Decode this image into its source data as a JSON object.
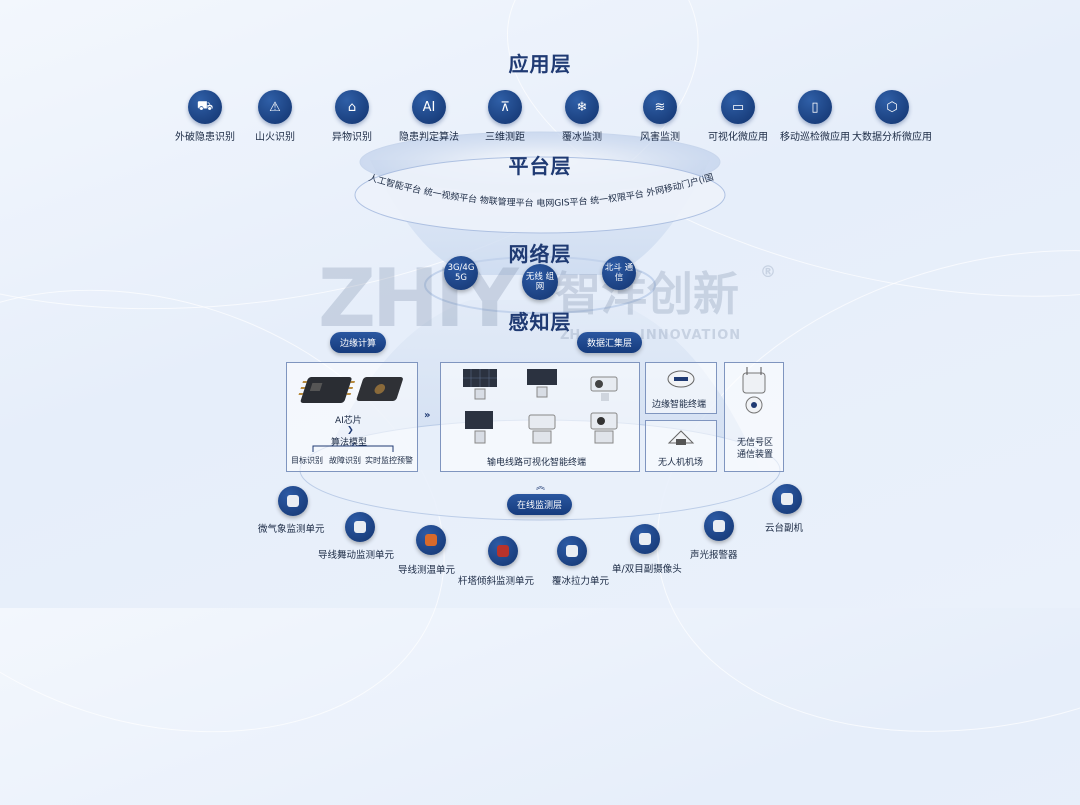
{
  "layers": {
    "application": "应用层",
    "platform": "平台层",
    "network": "网络层",
    "perception": "感知层"
  },
  "applications": [
    {
      "label": "外破隐患识别",
      "icon": "crane-icon"
    },
    {
      "label": "山火识别",
      "icon": "fire-tower-icon"
    },
    {
      "label": "异物识别",
      "icon": "tower-foreign-object-icon"
    },
    {
      "label": "隐患判定算法",
      "icon": "ai-warning-icon"
    },
    {
      "label": "三维测距",
      "icon": "tower-measure-icon"
    },
    {
      "label": "覆冰监测",
      "icon": "ice-tower-icon"
    },
    {
      "label": "风害监测",
      "icon": "wind-tower-icon"
    },
    {
      "label": "可视化微应用",
      "icon": "monitor-icon"
    },
    {
      "label": "移动巡检微应用",
      "icon": "mobile-icon"
    },
    {
      "label": "大数据分析微应用",
      "icon": "cube-icon"
    }
  ],
  "platform_text": "人工智能平台  统一视频平台  物联管理平台  电网GIS平台  统一权限平台  外网移动门户(i国网)",
  "network_nodes": [
    "3G/4G 5G",
    "无线 组网",
    "北斗 通信"
  ],
  "watermark": {
    "cn": "智洋创新",
    "en": "INNOVATION",
    "logo": "ZHIY",
    "mark": "®",
    "prefix": "ZH"
  },
  "edge_compute": {
    "label": "边缘计算",
    "chip": "AI芯片",
    "model": "算法模型",
    "functions": [
      "目标识别",
      "故障识别",
      "实时监控预警"
    ]
  },
  "data_hub": {
    "label": "数据汇集层",
    "terminal": "输电线路可视化智能终端",
    "edge_terminal": "边缘智能终端",
    "drone_dock": "无人机机场",
    "no_signal": "无信号区 通信装置"
  },
  "online_monitoring": {
    "label": "在线监测层",
    "devices": [
      "微气象监测单元",
      "导线舞动监测单元",
      "导线测温单元",
      "杆塔倾斜监测单元",
      "覆冰拉力单元",
      "单/双目副摄像头",
      "声光报警器",
      "云台副机"
    ]
  },
  "colors": {
    "primary": "#1f3a73",
    "accent": "#163b7d",
    "background": "#eaf1fb"
  }
}
